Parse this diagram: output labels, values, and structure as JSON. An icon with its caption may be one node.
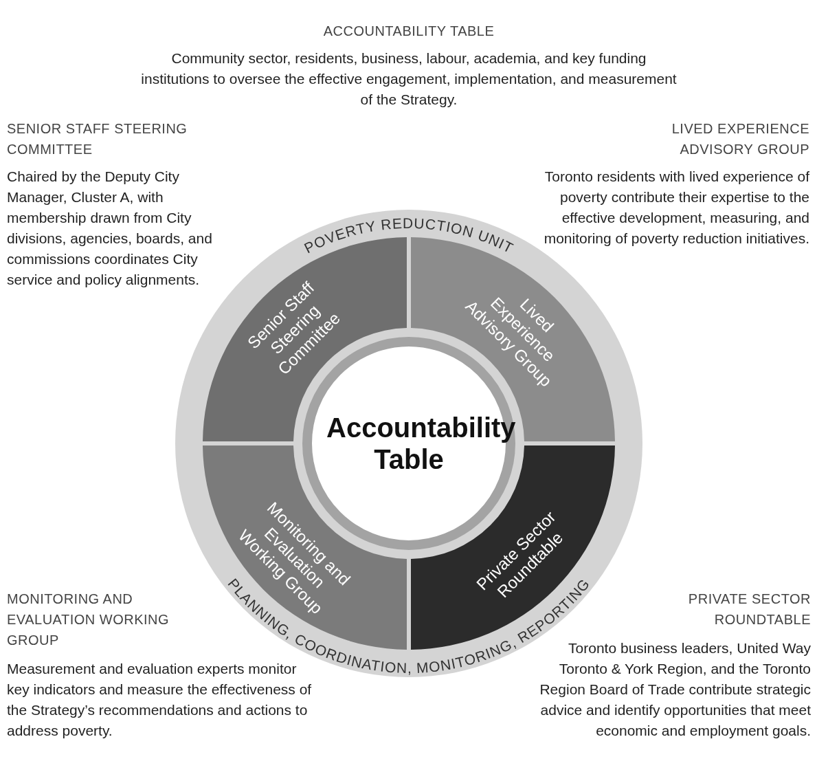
{
  "diagram": {
    "nodes": [
      {
        "text": [
          "POVERTY REDUCTION UNIT",
          "PLANNING, COORDINATION, MONITORING, REPORTING"
        ]
      },
      {
        "text": [
          "Senior Staff Steering Committee"
        ],
        "in": 0
      },
      {
        "text": [
          "Lived Experience Advisory Group"
        ],
        "in": 0
      },
      {
        "text": [
          "Monitoring and Evaluation Working Group"
        ],
        "in": 0
      },
      {
        "text": [
          "Private Sector Roundtable"
        ],
        "in": 0
      },
      {
        "text": [
          "Accountability Table"
        ],
        "in": 0
      }
    ],
    "labels": [
      "ACCOUNTABILITY TABLE",
      "Community sector, residents, business, labour, academia, and key funding institutions to oversee the effective engagement, implementation, and measurement of the Strategy.",
      "SENIOR STAFF STEERING COMMITTEE",
      "Chaired by the Deputy City Manager, Cluster A, with membership drawn from City divisions, agencies, boards, and commissions coordinates City service and policy alignments.",
      "LIVED EXPERIENCE ADVISORY GROUP",
      "Toronto residents with lived experience of poverty contribute their expertise to the effective development, measuring, and monitoring of poverty reduction initiatives.",
      "MONITORING AND EVALUATION WORKING GROUP",
      "Measurement and evaluation experts monitor key indicators and measure the effectiveness of the Strategy’s recommendations and actions to address poverty.",
      "PRIVATE SECTOR ROUNDTABLE",
      "Toronto business leaders, United Way Toronto & York Region, and the Toronto Region Board of Trade contribute strategic advice and identify opportunities that meet economic and employment goals."
    ]
  }
}
